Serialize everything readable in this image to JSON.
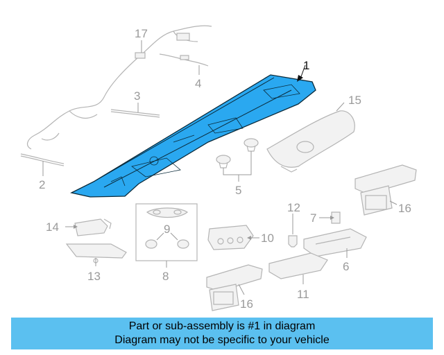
{
  "callouts": {
    "c1": "1",
    "c2": "2",
    "c3": "3",
    "c4": "4",
    "c5": "5",
    "c6": "6",
    "c7": "7",
    "c8": "8",
    "c9": "9",
    "c10": "10",
    "c11": "11",
    "c12": "12",
    "c13": "13",
    "c14": "14",
    "c15": "15",
    "c16a": "16",
    "c16b": "16",
    "c17": "17"
  },
  "banner": {
    "line1": "Part or sub-assembly is #1 in diagram",
    "line2": "Diagram may not be specific to your vehicle"
  },
  "colors": {
    "highlight_part": "#2aa8f0",
    "banner_bg": "#5bc0f0"
  }
}
